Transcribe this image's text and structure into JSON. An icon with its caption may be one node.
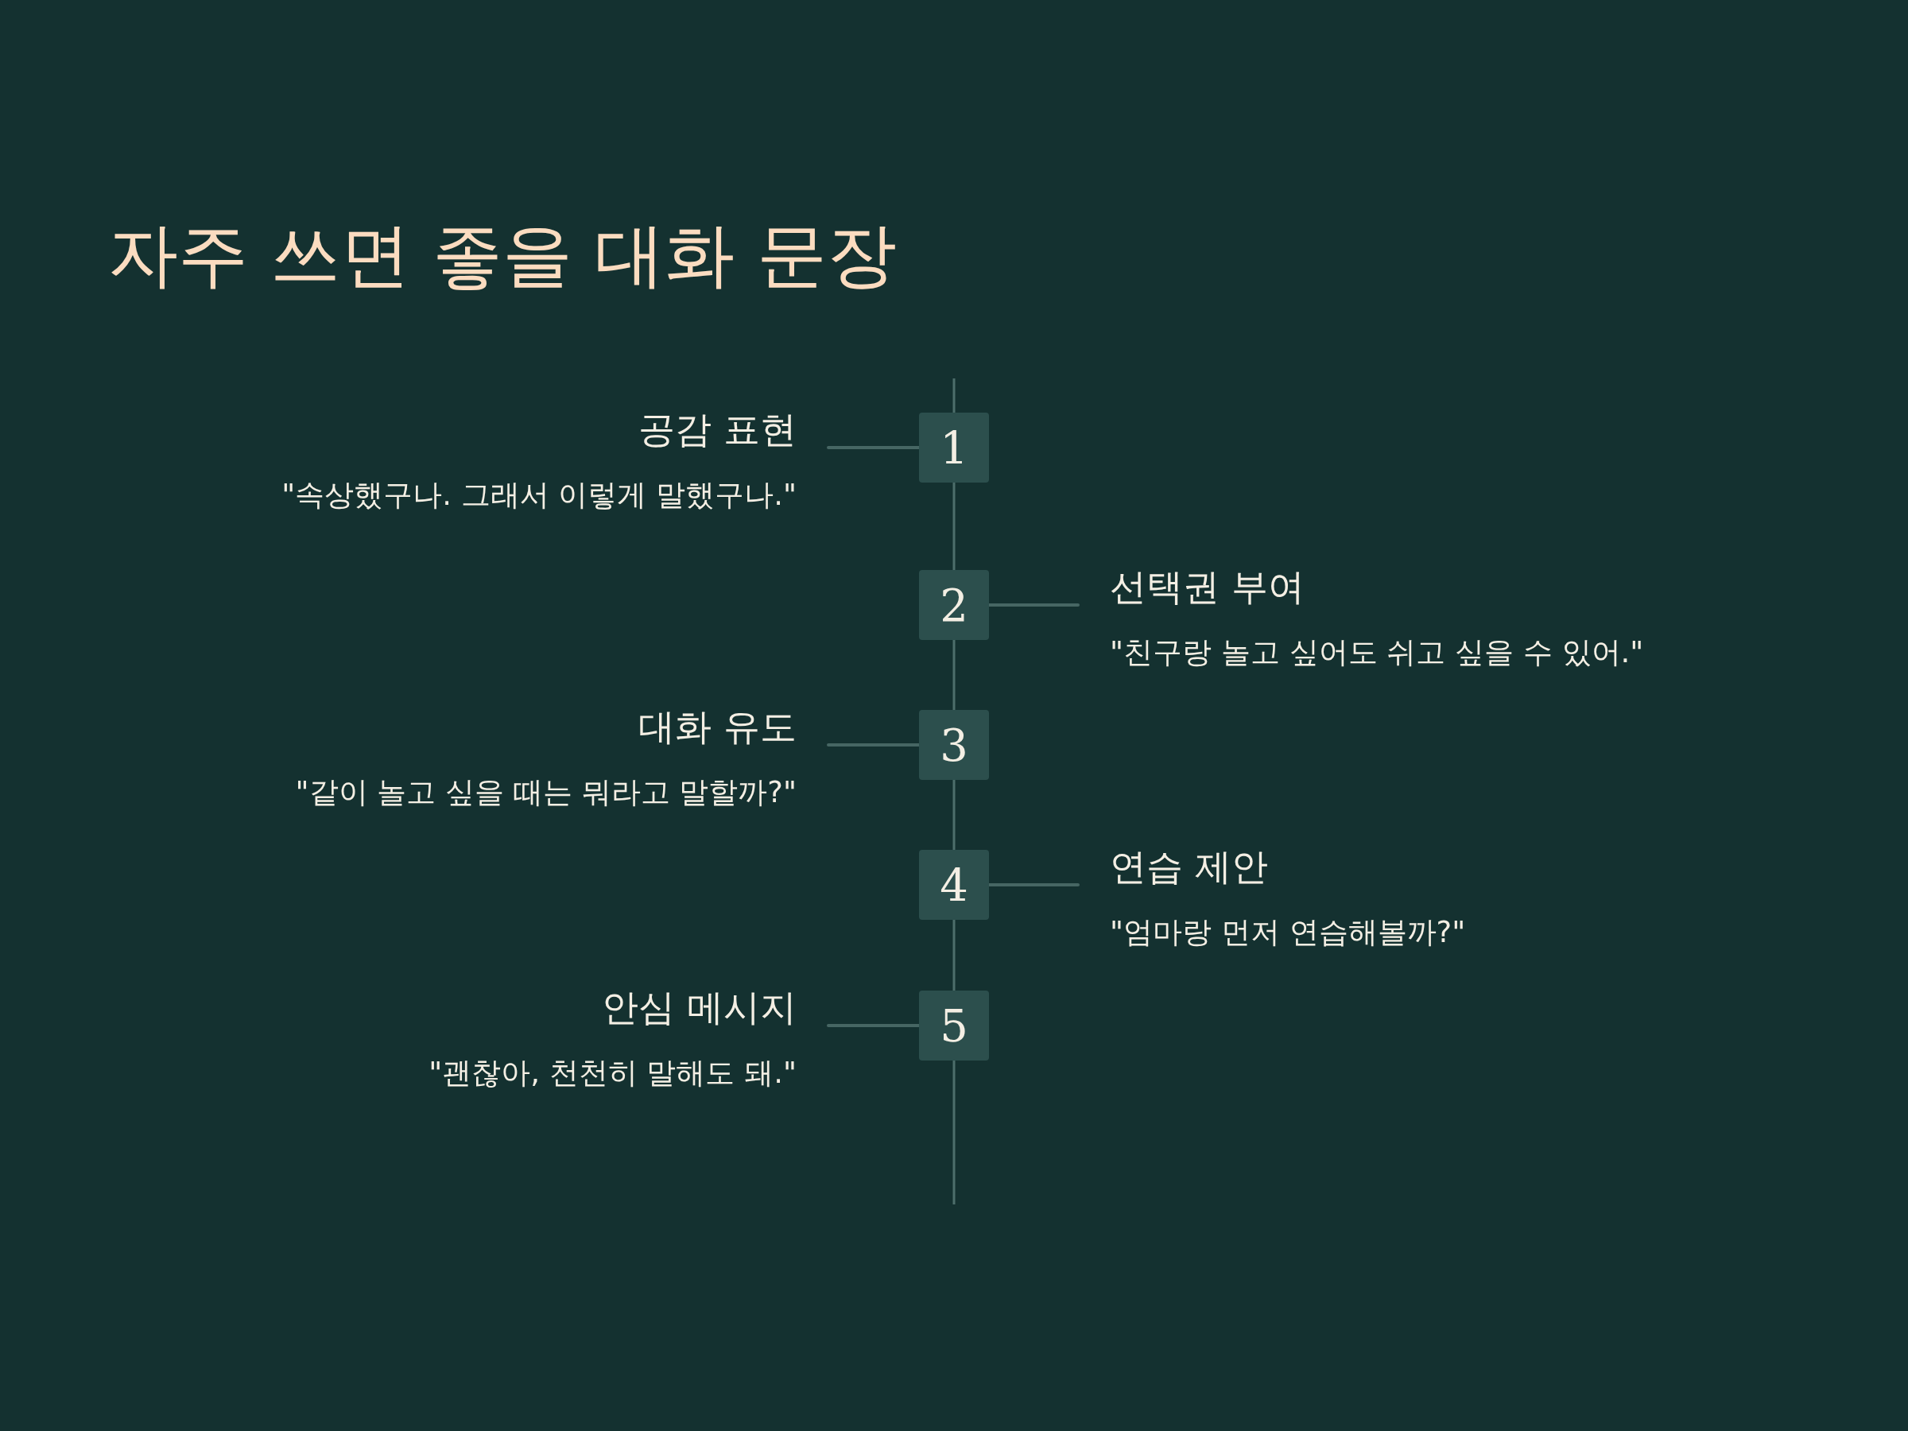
{
  "diagram": {
    "title": "자주 쓰면 좋을 대화 문장",
    "nodes": [
      {
        "text": [
          "공감 표현",
          "\"속상했구나. 그래서 이렇게 말했구나.\""
        ]
      },
      {
        "text": [
          "1"
        ]
      },
      {
        "text": [
          "2"
        ]
      },
      {
        "text": [
          "선택권 부여",
          "\"친구랑 놀고 싶어도 쉬고 싶을 수 있어.\""
        ]
      },
      {
        "text": [
          "대화 유도",
          "\"같이 놀고 싶을 때는 뭐라고 말할까?\""
        ]
      },
      {
        "text": [
          "3"
        ]
      },
      {
        "text": [
          "4"
        ]
      },
      {
        "text": [
          "연습 제안",
          "\"엄마랑 먼저 연습해볼까?\""
        ]
      },
      {
        "text": [
          "안심 메시지",
          "\"괜찮아, 천천히 말해도 돼.\""
        ]
      },
      {
        "text": [
          "5"
        ]
      }
    ],
    "edges": [
      {
        "from": null,
        "to": 1,
        "arrow": "none"
      },
      {
        "from": 0,
        "to": 1,
        "arrow": "none"
      },
      {
        "from": 1,
        "to": 2,
        "arrow": "none"
      },
      {
        "from": 2,
        "to": 3,
        "arrow": "none"
      },
      {
        "from": 2,
        "to": 5,
        "arrow": "none"
      },
      {
        "from": 4,
        "to": 5,
        "arrow": "none"
      },
      {
        "from": 5,
        "to": 6,
        "arrow": "none"
      },
      {
        "from": 6,
        "to": 7,
        "arrow": "none"
      },
      {
        "from": 6,
        "to": 9,
        "arrow": "none"
      },
      {
        "from": 8,
        "to": 9,
        "arrow": "none"
      },
      {
        "from": 9,
        "to": null,
        "arrow": "none"
      }
    ]
  }
}
